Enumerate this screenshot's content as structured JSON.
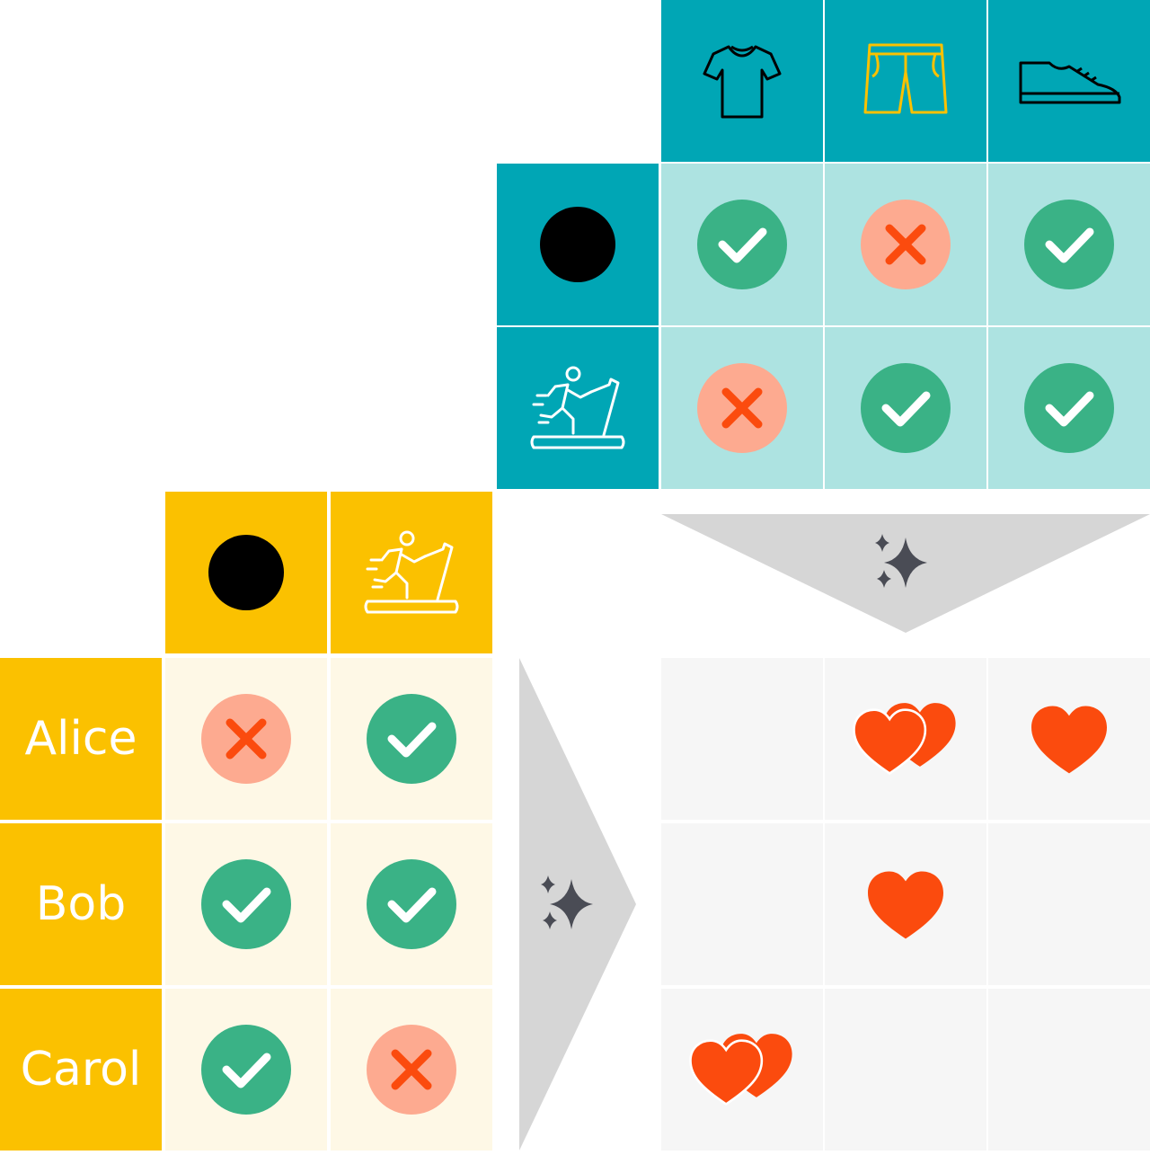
{
  "colors": {
    "item_header_bg": "#00a6b5",
    "item_grid_bg": "#ade3e1",
    "person_header_bg": "#fbc100",
    "person_grid_bg": "#fef8e6",
    "result_grid_bg": "#f6f6f6",
    "check": "#3ab286",
    "cross_bg": "#fdaa90",
    "cross_mark": "#fb4b0e",
    "heart": "#fb4b0e",
    "arrow": "#d6d6d6",
    "sparkle": "#4a4c55"
  },
  "item_columns": [
    {
      "icon": "tshirt-icon",
      "color": "#000000"
    },
    {
      "icon": "shorts-icon",
      "color": "#fbc100"
    },
    {
      "icon": "sneaker-icon",
      "color": "#000000"
    }
  ],
  "feature_rows": [
    {
      "icon": "black-circle-icon",
      "item_matches": [
        true,
        false,
        true
      ]
    },
    {
      "icon": "treadmill-runner-icon",
      "item_matches": [
        false,
        true,
        true
      ]
    }
  ],
  "people": [
    {
      "name": "Alice",
      "feature_matches": [
        false,
        true
      ]
    },
    {
      "name": "Bob",
      "feature_matches": [
        true,
        true
      ]
    },
    {
      "name": "Carol",
      "feature_matches": [
        true,
        false
      ]
    }
  ],
  "result_grid": [
    [
      "none",
      "double-heart",
      "single-heart"
    ],
    [
      "none",
      "single-heart",
      "none"
    ],
    [
      "double-heart",
      "none",
      "none"
    ]
  ],
  "arrows": [
    {
      "direction": "down",
      "icon": "sparkle-icon"
    },
    {
      "direction": "right",
      "icon": "sparkle-icon"
    }
  ]
}
